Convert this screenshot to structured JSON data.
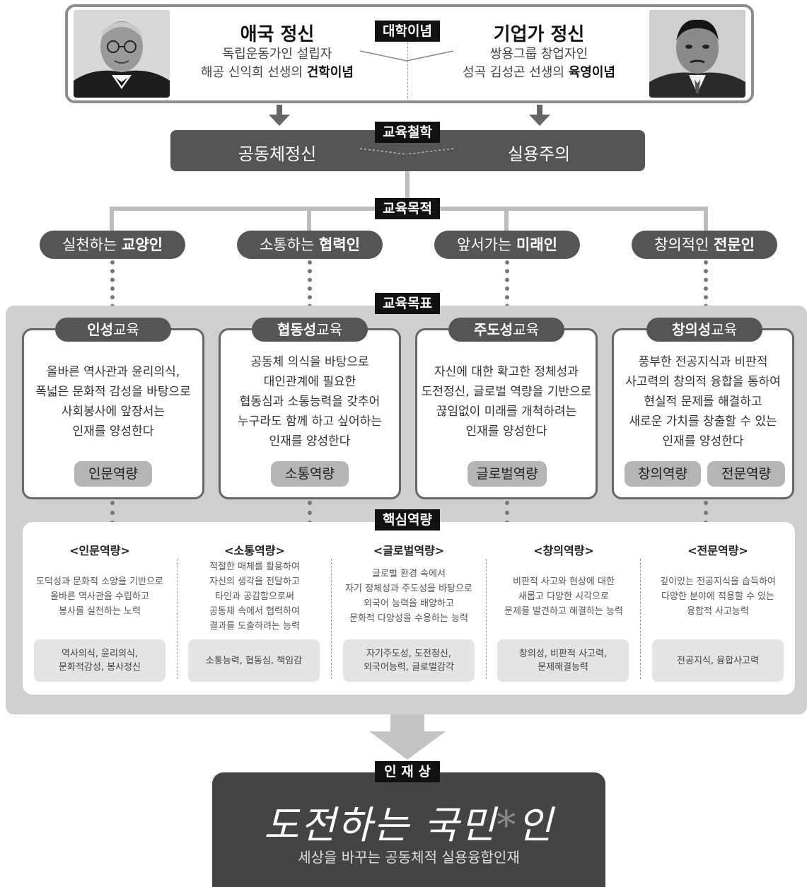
{
  "university_ideology": {
    "tag": "대학이념",
    "left": {
      "title": "애국 정신",
      "line1": "독립운동가인 설립자",
      "line2_prefix": "해공 신익희 선생의 ",
      "line2_bold": "건학이념"
    },
    "right": {
      "title": "기업가 정신",
      "line1": "쌍용그룹 창업자인",
      "line2_prefix": "성곡 김성곤 선생의 ",
      "line2_bold": "육영이념"
    }
  },
  "philosophy": {
    "tag": "교육철학",
    "left": "공동체정신",
    "right": "실용주의"
  },
  "purpose": {
    "tag": "교육목적",
    "items": [
      {
        "prefix": "실천하는 ",
        "bold": "교양인"
      },
      {
        "prefix": "소통하는 ",
        "bold": "협력인"
      },
      {
        "prefix": "앞서가는 ",
        "bold": "미래인"
      },
      {
        "prefix": "창의적인 ",
        "bold": "전문인"
      }
    ]
  },
  "goals": {
    "tag": "교육목표",
    "items": [
      {
        "bold": "인성",
        "suffix": "교육",
        "lines": [
          "올바른 역사관과 윤리의식,",
          "폭넓은 문화적 감성을 바탕으로",
          "사회봉사에 앞장서는",
          "인재를 양성한다"
        ],
        "competencies": [
          "인문역량"
        ]
      },
      {
        "bold": "협동성",
        "suffix": "교육",
        "lines": [
          "공동체 의식을 바탕으로",
          "대인관계에 필요한",
          "협동심과 소통능력을 갖추어",
          "누구라도 함께 하고 싶어하는",
          "인재를 양성한다"
        ],
        "competencies": [
          "소통역량"
        ]
      },
      {
        "bold": "주도성",
        "suffix": "교육",
        "lines": [
          "자신에 대한 확고한 정체성과",
          "도전정신, 글로벌 역량을 기반으로",
          "끊임없이 미래를 개척하려는",
          "인재를 양성한다"
        ],
        "competencies": [
          "글로벌역량"
        ]
      },
      {
        "bold": "창의성",
        "suffix": "교육",
        "lines": [
          "풍부한 전공지식과 비판적",
          "사고력의 창의적 융합을 통하여",
          "현실적 문제를 해결하고",
          "새로운 가치를 창출할 수 있는",
          "인재를 양성한다"
        ],
        "competencies": [
          "창의역량",
          "전문역량"
        ]
      }
    ]
  },
  "core": {
    "tag": "핵심역량",
    "items": [
      {
        "title": "<인문역량>",
        "desc": [
          "도덕성과 문화적 소양을 기반으로",
          "올바른 역사관을 수립하고",
          "봉사를 실천하는 노력"
        ],
        "keywords": [
          "역사의식, 윤리의식,",
          "문화적감성, 봉사정신"
        ]
      },
      {
        "title": "<소통역량>",
        "desc": [
          "적절한 매체를 활용하여",
          "자신의 생각을 전달하고",
          "타인과 공감함으로써",
          "공동체 속에서 협력하여",
          "결과를 도출하려는 능력"
        ],
        "keywords": [
          "소통능력, 협동심, 책임감"
        ]
      },
      {
        "title": "<글로벌역량>",
        "desc": [
          "글로벌 환경 속에서",
          "자기 정체성과 주도성을 바탕으로",
          "외국어 능력을 배양하고",
          "문화적 다양성을 수용하는 능력"
        ],
        "keywords": [
          "자기주도성, 도전정신,",
          "외국어능력, 글로벌감각"
        ]
      },
      {
        "title": "<창의역량>",
        "desc": [
          "비판적 사고와 현상에 대한",
          "새롭고 다양한 시각으로",
          "문제를 발견하고 해결하는 능력"
        ],
        "keywords": [
          "창의성, 비판적 사고력,",
          "문제해결능력"
        ]
      },
      {
        "title": "<전문역량>",
        "desc": [
          "깊이있는 전공지식을 습득하여",
          "다양한 분야에 적용할 수 있는",
          "융합적 사고능력"
        ],
        "keywords": [
          "전공지식, 융합사고력"
        ]
      }
    ]
  },
  "ideal": {
    "tag": "인 재 상",
    "slogan_a": "도전하는 국민",
    "slogan_star": "*",
    "slogan_b": "인",
    "subtitle": "세상을 바꾸는 공동체적 실용융합인재"
  },
  "colors": {
    "dark": "#555555",
    "darker": "#444444",
    "tag": "#111111",
    "grey_bg": "#cfcfcf",
    "connector": "#bcbcbc"
  }
}
